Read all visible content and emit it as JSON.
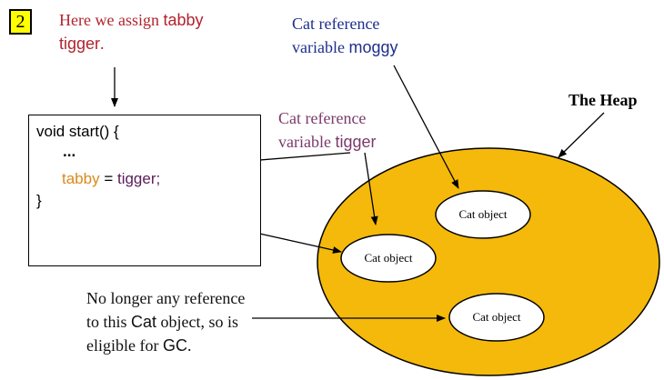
{
  "step_number": "2",
  "top_annotation": {
    "line1_prefix": "Here we assign ",
    "line1_var": "tabby",
    "line2_var": "tigger",
    "line2_suffix": "."
  },
  "code": {
    "line1": "void start() {",
    "line2": "...",
    "line3_var": "tabby",
    "line3_op": " = ",
    "line3_value": "tigger;",
    "line4": "}"
  },
  "moggy_label": {
    "line1": "Cat reference",
    "line2_prefix": "variable ",
    "line2_var": "moggy"
  },
  "tigger_label": {
    "line1": "Cat reference",
    "line2_prefix": "variable ",
    "line2_var": "tigger"
  },
  "heap": {
    "title": "The Heap",
    "objects": [
      "Cat object",
      "Cat object",
      "Cat object"
    ]
  },
  "gc_note": {
    "line1": "No longer any reference",
    "line2_prefix": "to this ",
    "line2_word": "Cat",
    "line2_suffix": " object, so is",
    "line3_prefix": "eligible for ",
    "line3_word": "GC",
    "line3_suffix": "."
  },
  "colors": {
    "heap_fill": "#f4b90a",
    "badge_fill": "#ffff00",
    "annotation_red": "#b2232e",
    "annotation_blue": "#1f2f8c",
    "annotation_purple": "#7a3a6a",
    "tabby_orange": "#d98a1a"
  }
}
